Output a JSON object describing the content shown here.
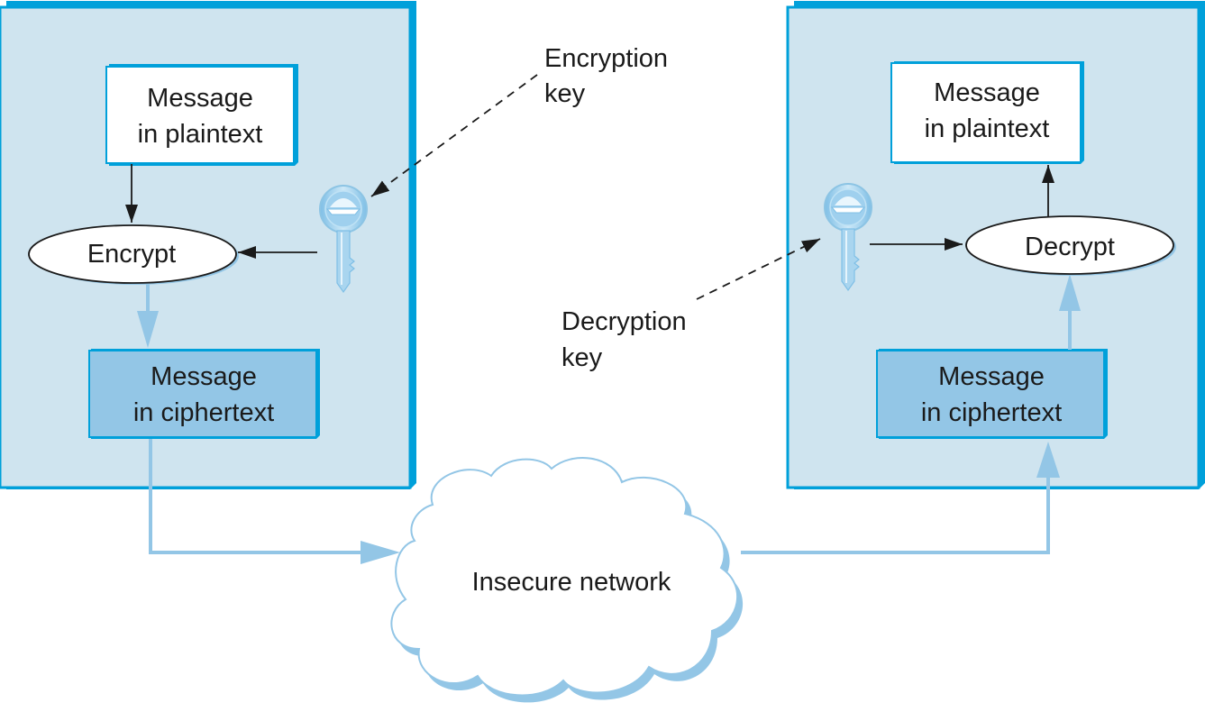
{
  "diagram": {
    "colors": {
      "panel_fill": "#cfe4ef",
      "panel_border": "#009fd8",
      "light_blue": "#93c6e6",
      "cipher_fill": "#93c6e6",
      "text": "#1a1a1a"
    },
    "sender": {
      "plaintext_box": [
        "Message",
        "in plaintext"
      ],
      "operation": "Encrypt",
      "ciphertext_box": [
        "Message",
        "in ciphertext"
      ]
    },
    "receiver": {
      "plaintext_box": [
        "Message",
        "in plaintext"
      ],
      "operation": "Decrypt",
      "ciphertext_box": [
        "Message",
        "in ciphertext"
      ]
    },
    "encryption_key_label": [
      "Encryption",
      "key"
    ],
    "decryption_key_label": [
      "Decryption",
      "key"
    ],
    "network_label": "Insecure network",
    "icons": {
      "encryption_key": "key-icon",
      "decryption_key": "key-icon",
      "network": "cloud-icon"
    }
  }
}
